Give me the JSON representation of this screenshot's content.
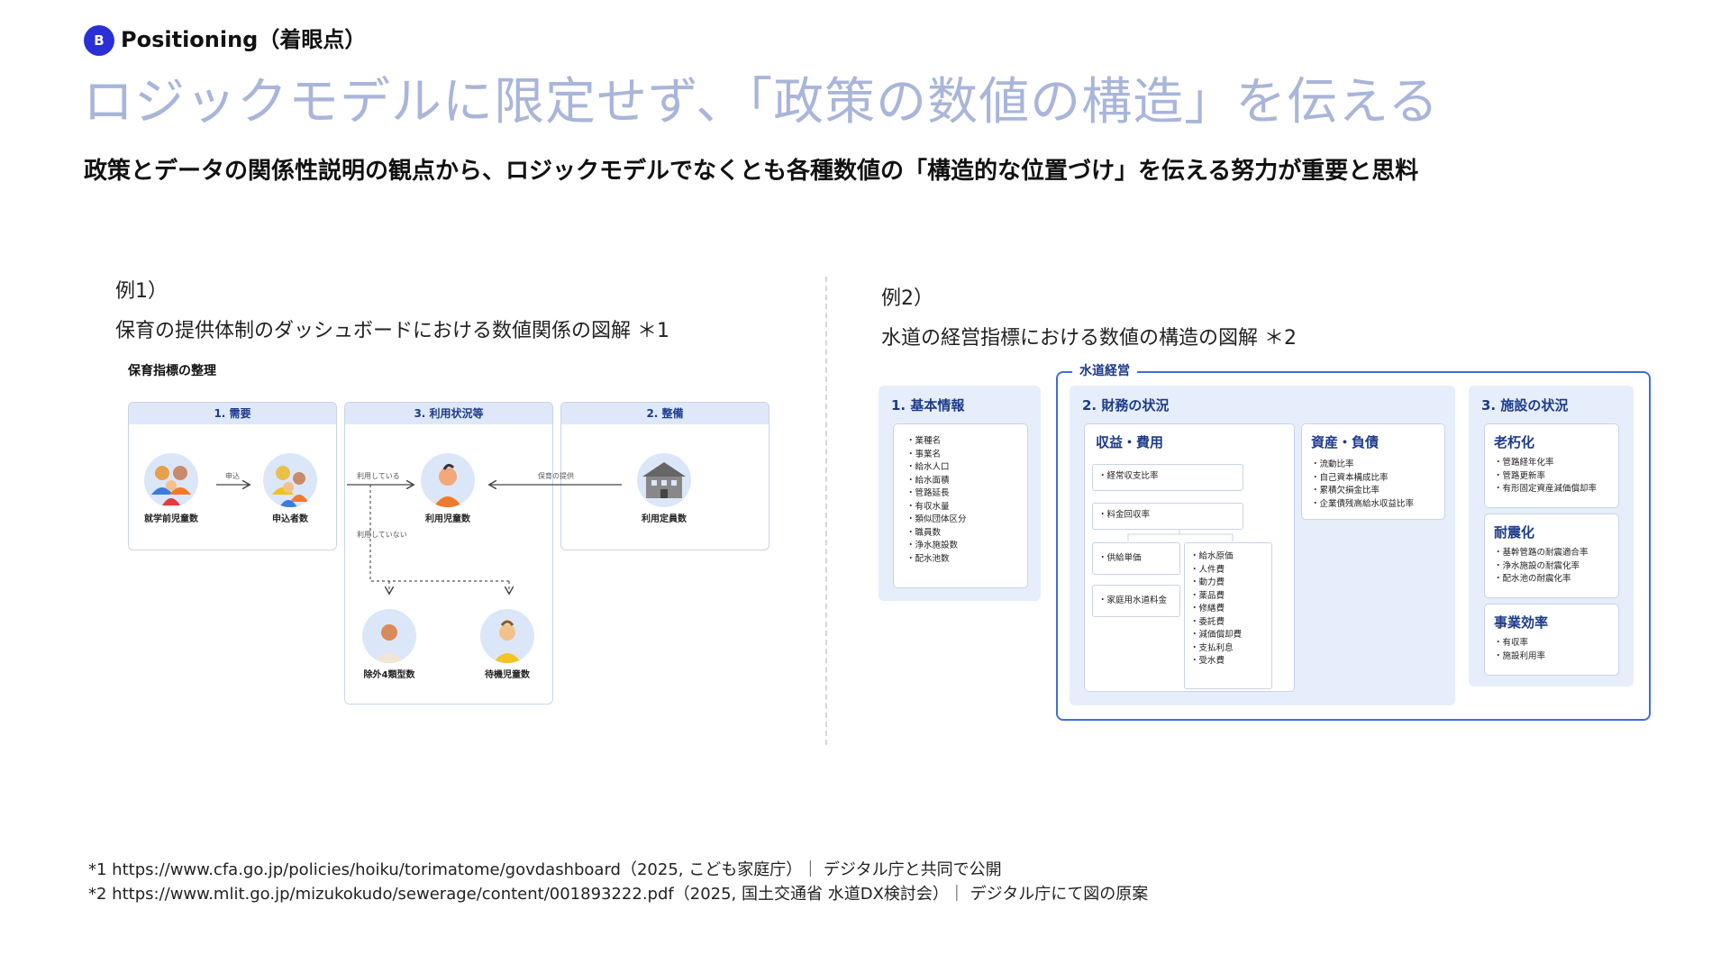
{
  "header": {
    "badge": "B",
    "section_label": "Positioning（着眼点）",
    "title": "ロジックモデルに限定せず、「政策の数値の構造」を伝える",
    "subtitle": "政策とデータの関係性説明の観点から、ロジックモデルでなくとも各種数値の「構造的な位置づけ」を伝える努力が重要と思料"
  },
  "example1": {
    "label": "例1）",
    "description": "保育の提供体制のダッシュボードにおける数値関係の図解 ＊1",
    "diagram_title": "保育指標の整理",
    "columns": [
      "1. 需要",
      "3. 利用状況等",
      "2. 整備"
    ],
    "nodes": {
      "preschool": "就学前児童数",
      "applicants": "申込者数",
      "users": "利用児童数",
      "capacity": "利用定員数",
      "excluded": "除外4類型数",
      "waiting": "待機児童数"
    },
    "edges": {
      "apply": "申込",
      "using": "利用している",
      "provide": "保育の提供",
      "not_using": "利用していない"
    }
  },
  "example2": {
    "label": "例2）",
    "description": "水道の経営指標における数値の構造の図解 ＊2",
    "group_title": "水道経営",
    "basic": {
      "title": "1. 基本情報",
      "items": [
        "業種名",
        "事業名",
        "給水人口",
        "給水面積",
        "管路延長",
        "有収水量",
        "類似団体区分",
        "職員数",
        "浄水施設数",
        "配水池数"
      ]
    },
    "finance": {
      "title": "2. 財務の状況",
      "revenue": {
        "title": "収益・費用",
        "ratio": "経常収支比率",
        "collection": "料金回収率",
        "unit_price": "供給単価",
        "household_fee": "家庭用水道料金",
        "cost_items": [
          "給水原価",
          "人件費",
          "動力費",
          "薬品費",
          "修繕費",
          "委託費",
          "減価償却費",
          "支払利息",
          "受水費"
        ]
      },
      "assets": {
        "title": "資産・負債",
        "items": [
          "流動比率",
          "自己資本構成比率",
          "累積欠損金比率",
          "企業債残高給水収益比率"
        ]
      }
    },
    "facilities": {
      "title": "3. 施設の状況",
      "aging": {
        "title": "老朽化",
        "items": [
          "管路経年化率",
          "管路更新率",
          "有形固定資産減価償却率"
        ]
      },
      "seismic": {
        "title": "耐震化",
        "items": [
          "基幹管路の耐震適合率",
          "浄水施設の耐震化率",
          "配水池の耐震化率"
        ]
      },
      "efficiency": {
        "title": "事業効率",
        "items": [
          "有収率",
          "施設利用率"
        ]
      }
    }
  },
  "footnotes": [
    "*1 https://www.cfa.go.jp/policies/hoiku/torimatome/govdashboard（2025, こども家庭庁）｜ デジタル庁と共同で公開",
    "*2 https://www.mlit.go.jp/mizukokudo/sewerage/content/001893222.pdf（2025, 国土交通省 水道DX検討会）｜ デジタル庁にて図の原案"
  ],
  "colors": {
    "badge": "#2b2fd6",
    "title": "#a9b5d9",
    "accent": "#1d3a8a",
    "panel": "#e6eefb",
    "border": "#c9d3e8"
  }
}
